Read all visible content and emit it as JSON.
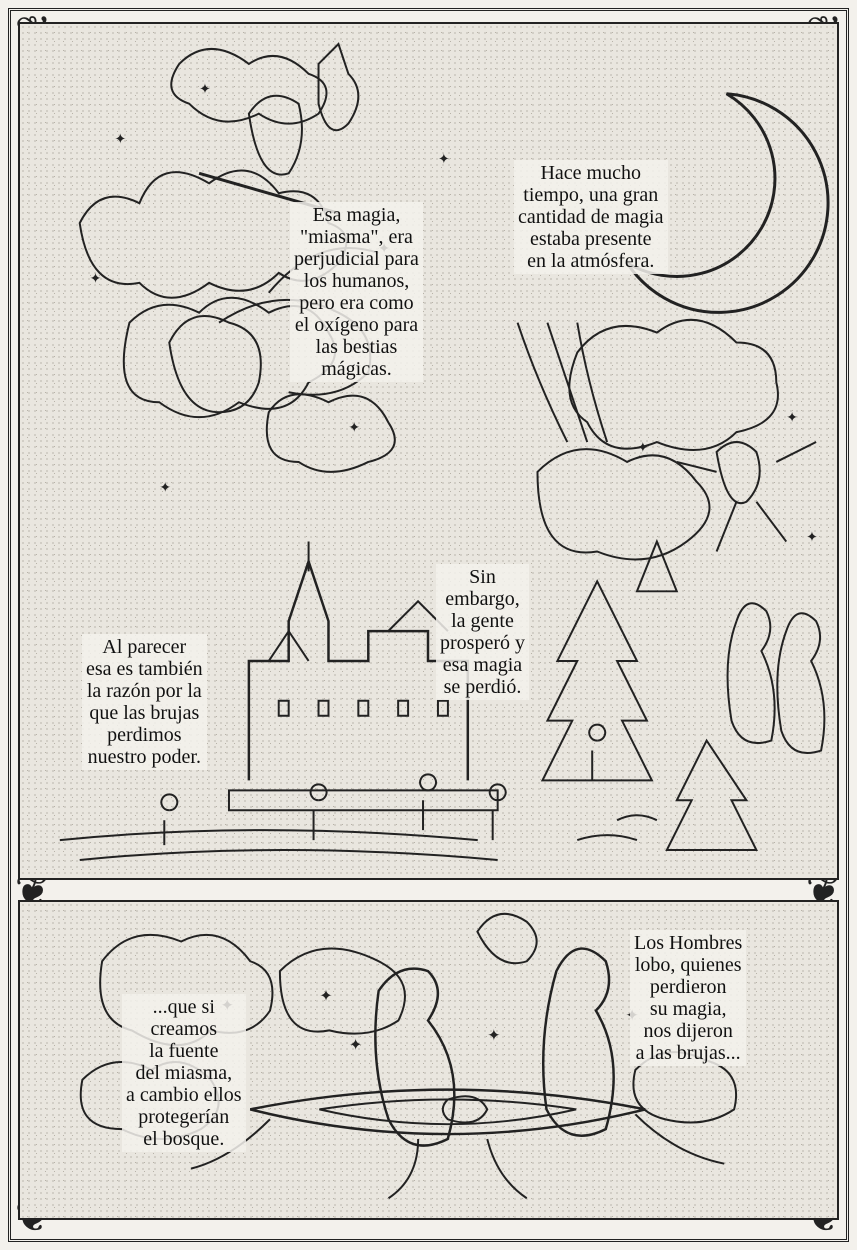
{
  "panels": {
    "top": {
      "bubble_atmosphere": [
        "Hace mucho",
        "tiempo, una gran",
        "cantidad de magia",
        "estaba presente",
        "en la atmósfera."
      ],
      "bubble_miasma": [
        "Esa magia,",
        "\"miasma\", era",
        "perjudicial para",
        "los humanos,",
        "pero era como",
        "el oxígeno para",
        "las bestias",
        "mágicas."
      ],
      "bubble_prosper": [
        "Sin",
        "embargo,",
        "la gente",
        "prosperó y",
        "esa magia",
        "se perdió."
      ],
      "bubble_witches": [
        "Al parecer",
        "esa es también",
        "la razón por la",
        "que las brujas",
        "perdimos",
        "nuestro poder."
      ]
    },
    "bottom": {
      "bubble_werewolves": [
        "Los Hombres",
        "lobo, quienes",
        "perdieron",
        "su magia,",
        "nos dijeron",
        "a las brujas..."
      ],
      "bubble_forest": [
        "...que si",
        "creamos",
        "la fuente",
        "del miasma,",
        "a cambio ellos",
        "protegerían",
        "el bosque."
      ]
    }
  },
  "icons": {
    "corner": "ornamental-knot-icon",
    "star": "star-icon",
    "moon": "crescent-moon-icon"
  }
}
